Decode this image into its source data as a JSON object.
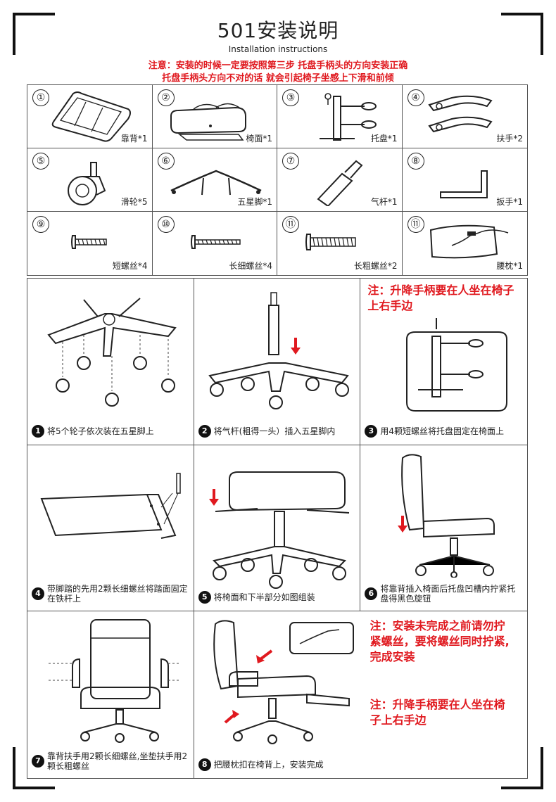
{
  "header": {
    "title": "501安装说明",
    "subtitle": "Installation instructions",
    "notice_line1": "注意：安装的时候一定要按照第三步 托盘手柄头的方向安装正确",
    "notice_line2": "托盘手柄头方向不对的话 就会引起椅子坐感上下滑和前倾"
  },
  "parts": [
    {
      "num": "①",
      "label": "靠背*1",
      "icon": "backrest-icon"
    },
    {
      "num": "②",
      "label": "椅面*1",
      "icon": "seat-icon"
    },
    {
      "num": "③",
      "label": "托盘*1",
      "icon": "tray-mechanism-icon"
    },
    {
      "num": "④",
      "label": "扶手*2",
      "icon": "armrest-icon"
    },
    {
      "num": "⑤",
      "label": "滑轮*5",
      "icon": "caster-wheel-icon"
    },
    {
      "num": "⑥",
      "label": "五星脚*1",
      "icon": "five-star-base-icon"
    },
    {
      "num": "⑦",
      "label": "气杆*1",
      "icon": "gas-cylinder-icon"
    },
    {
      "num": "⑧",
      "label": "扳手*1",
      "icon": "allen-wrench-icon"
    },
    {
      "num": "⑨",
      "label": "短螺丝*4",
      "icon": "short-screw-icon"
    },
    {
      "num": "⑩",
      "label": "长细螺丝*4",
      "icon": "long-thin-screw-icon"
    },
    {
      "num": "⑪",
      "label": "长粗螺丝*2",
      "icon": "long-thick-screw-icon"
    },
    {
      "num": "⑪",
      "label": "腰枕*1",
      "icon": "lumbar-pillow-icon"
    }
  ],
  "steps": [
    {
      "num": "1",
      "caption": "将5个轮子依次装在五星脚上"
    },
    {
      "num": "2",
      "caption": "将气杆(粗得一头）插入五星脚内"
    },
    {
      "num": "3",
      "caption": "用4颗短螺丝将托盘固定在椅面上"
    },
    {
      "num": "4",
      "caption": "带脚踏的先用2颗长细螺丝将踏面固定在铁杆上"
    },
    {
      "num": "5",
      "caption": "将椅面和下半部分如图组装"
    },
    {
      "num": "6",
      "caption": "将靠背插入椅面后托盘凹槽内拧紧托盘得黑色旋钮"
    },
    {
      "num": "7",
      "caption": "靠背扶手用2颗长细螺丝,坐垫扶手用2颗长粗螺丝"
    },
    {
      "num": "8",
      "caption": "把腰枕扣在椅背上，安装完成"
    }
  ],
  "notes": {
    "step3_note": "注：升降手柄要在人坐在椅子上右手边",
    "final_note1": "注：安装未完成之前请勿拧紧螺丝，要将螺丝同时拧紧,完成安装",
    "final_note2": "注：升降手柄要在人坐在椅子上右手边"
  },
  "colors": {
    "accent_red": "#e0191f",
    "border": "#555555"
  }
}
